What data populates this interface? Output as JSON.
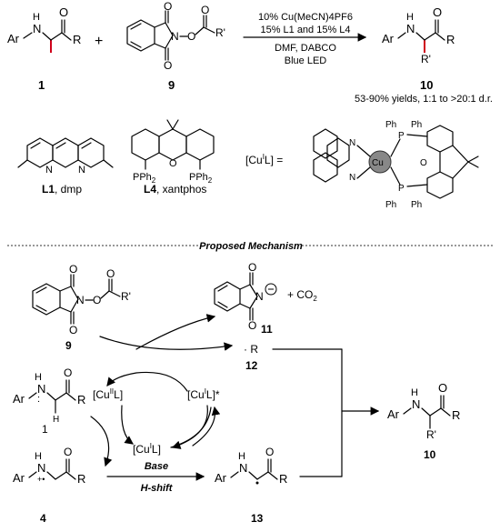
{
  "reaction": {
    "conditions": [
      "10% Cu(MeCN)4PF6",
      "15% L1 and 15% L4",
      "DMF, DABCO",
      "Blue LED"
    ],
    "yield_note": "53-90% yields, 1:1 to >20:1 d.r.",
    "labels": {
      "c1": "1",
      "c9": "9",
      "c10": "10"
    }
  },
  "ligands": {
    "L1": {
      "bold": "L1",
      "name": ", dmp"
    },
    "L4": {
      "bold": "L4",
      "name": ", xantphos"
    },
    "complex_label": "[CuIL] =",
    "Ph": "Ph",
    "P": "P",
    "N": "N",
    "Cu": "Cu",
    "PPh2": "PPh2"
  },
  "atoms": {
    "Ar": "Ar",
    "N": "N",
    "H": "H",
    "O": "O",
    "R": "R",
    "Rp": "R'"
  },
  "mechanism": {
    "title": "Proposed Mechanism",
    "species": {
      "co2": "+ CO2",
      "c11": "11",
      "c12": "12",
      "radical": "· R",
      "cu2": "[CuIIL]",
      "cu1star": "[CuIL]*",
      "cu1": "[CuIL]",
      "c1": "1",
      "c4": "4",
      "c13": "13",
      "c10": "10",
      "c9": "9",
      "base": "Base",
      "hshift": "H-shift"
    }
  }
}
